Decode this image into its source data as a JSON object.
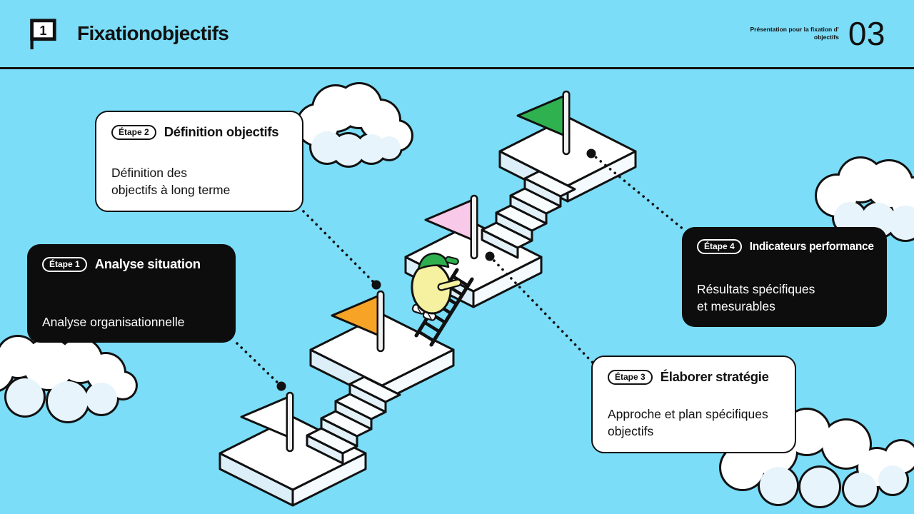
{
  "header": {
    "flag_icon_number": "1",
    "title": "Fixationobjectifs",
    "subtitle_line1": "Présentation pour la fixation d'",
    "subtitle_line2": "objectifs",
    "page_number": "03"
  },
  "steps": [
    {
      "badge": "Étape 1",
      "title": "Analyse situation",
      "description": "Analyse organisationnelle",
      "theme": "dark",
      "flag_color": "#FFFFFF"
    },
    {
      "badge": "Étape 2",
      "title": "Définition objectifs",
      "description": "Définition des\nobjectifs à long terme",
      "theme": "light",
      "flag_color": "#F6A326"
    },
    {
      "badge": "Étape 3",
      "title": "Élaborer stratégie",
      "description": "Approche et plan spécifiques\nobjectifs",
      "theme": "light",
      "flag_color": "#F8C9E9"
    },
    {
      "badge": "Étape 4",
      "title": "Indicateurs performance",
      "description": "Résultats spécifiques\net mesurables",
      "theme": "dark",
      "flag_color": "#2FB150"
    }
  ],
  "colors": {
    "sky": "#7BDDF8",
    "ink": "#111111",
    "card_dark_bg": "#0D0D0D",
    "card_light_bg": "#FFFFFF",
    "platform_top": "#FFFFFF",
    "platform_side_left": "#DCEFF8",
    "platform_side_right": "#F4FAFD",
    "stair_tread": "#FAFDFE",
    "stair_riser": "#E2F1F8",
    "flag_pole": "#F1F1F1",
    "character_body": "#F6F1A1",
    "character_cap": "#2FAE4D",
    "cloud_white": "#FFFFFF",
    "cloud_shade": "#E7F4FB"
  }
}
